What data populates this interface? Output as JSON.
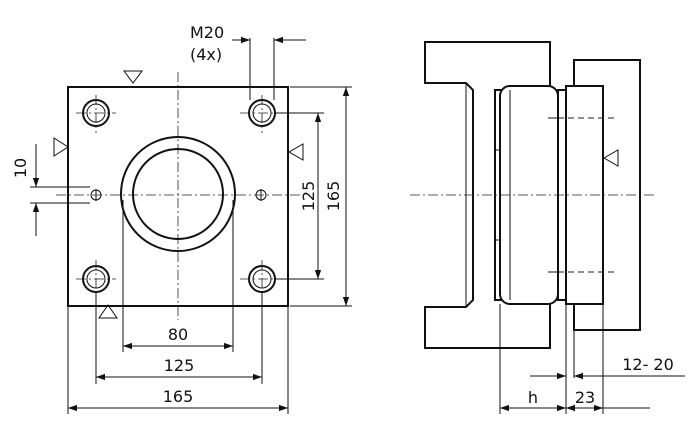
{
  "dimensions": {
    "thread": "M20",
    "thread_count": "(4x)",
    "d_10": "10",
    "d_125_v": "125",
    "d_165_v": "165",
    "d_80": "80",
    "d_125_h": "125",
    "d_165_h": "165",
    "d_h": "h",
    "d_23": "23",
    "d_12_20": "12- 20"
  }
}
